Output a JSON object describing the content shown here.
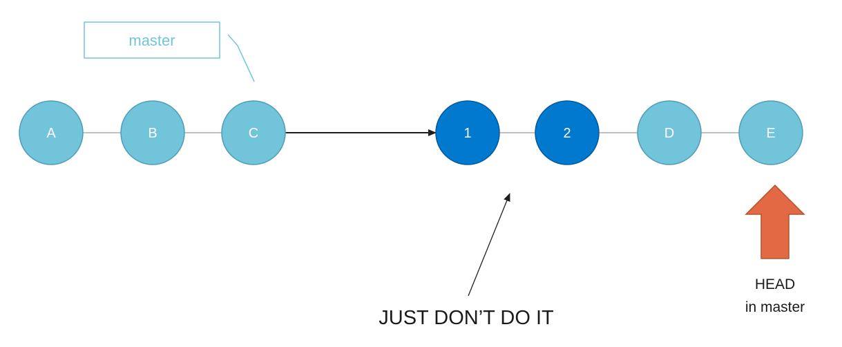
{
  "colors": {
    "commit_light": "#72c4db",
    "commit_light_stroke": "#4f9db5",
    "commit_dark": "#0079cf",
    "commit_dark_stroke": "#005a9e",
    "edge": "#9a9a9a",
    "arrow": "#1f1f1f",
    "branch": "#72c4db",
    "head_arrow": "#e36844",
    "head_arrow_stroke": "#b4532f"
  },
  "commits": [
    {
      "id": "A",
      "label": "A",
      "style": "light"
    },
    {
      "id": "B",
      "label": "B",
      "style": "light"
    },
    {
      "id": "C",
      "label": "C",
      "style": "light"
    },
    {
      "id": "1",
      "label": "1",
      "style": "dark"
    },
    {
      "id": "2",
      "label": "2",
      "style": "dark"
    },
    {
      "id": "D",
      "label": "D",
      "style": "light"
    },
    {
      "id": "E",
      "label": "E",
      "style": "light"
    }
  ],
  "edges": [
    {
      "from": "A",
      "to": "B",
      "kind": "line"
    },
    {
      "from": "B",
      "to": "C",
      "kind": "line"
    },
    {
      "from": "C",
      "to": "1",
      "kind": "arrow"
    },
    {
      "from": "1",
      "to": "2",
      "kind": "line"
    },
    {
      "from": "2",
      "to": "D",
      "kind": "line"
    },
    {
      "from": "D",
      "to": "E",
      "kind": "line"
    }
  ],
  "branch": {
    "label": "master",
    "points_to": "C"
  },
  "caption": {
    "text": "JUST DON’T DO IT"
  },
  "head": {
    "line1": "HEAD",
    "line2": "in master",
    "points_to": "E"
  }
}
